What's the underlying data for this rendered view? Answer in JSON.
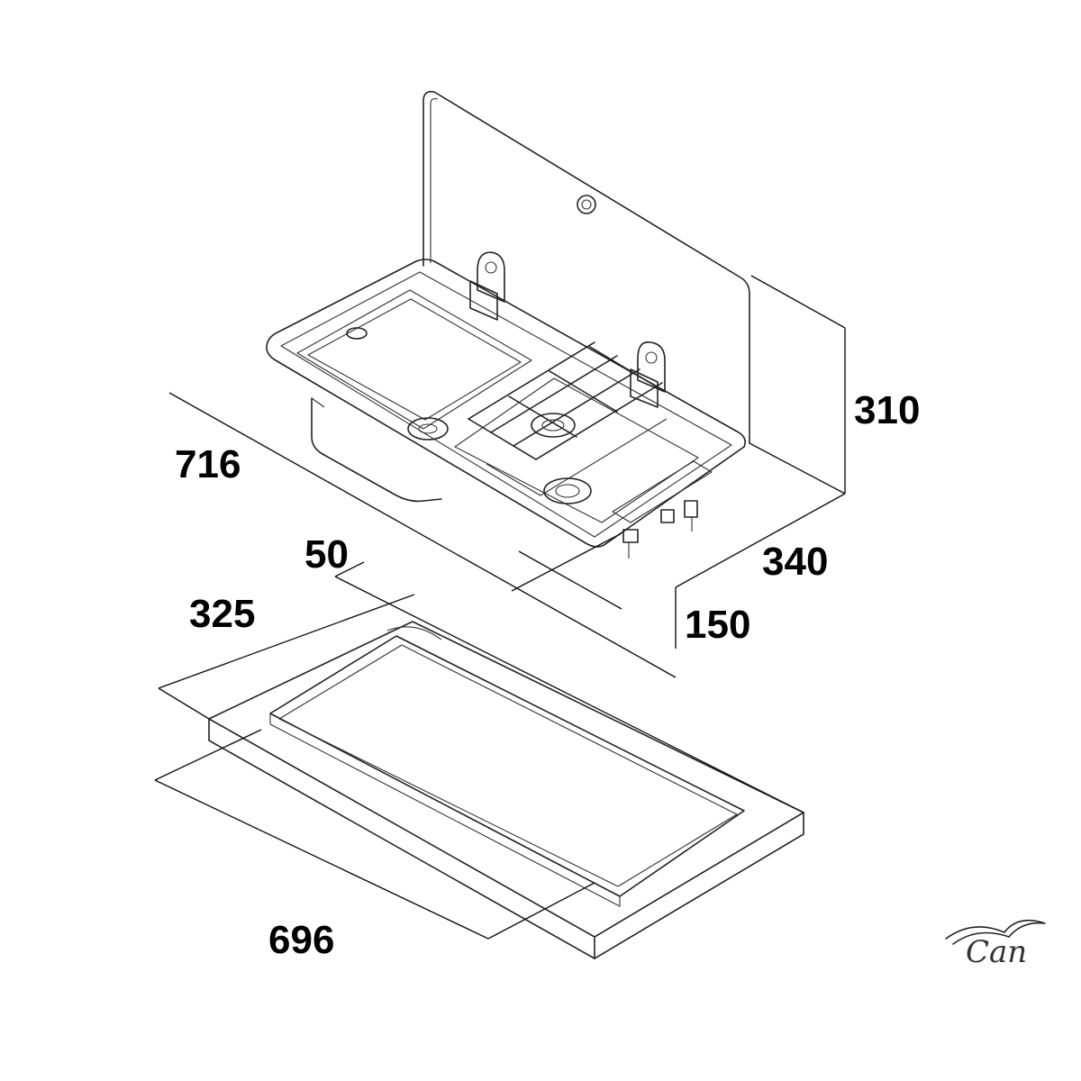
{
  "dimensions": {
    "unit_width": "716",
    "lid_height": "310",
    "unit_depth": "340",
    "below_depth": "150",
    "cutout_offset": "50",
    "cutout_depth": "325",
    "cutout_width": "696"
  },
  "logo": {
    "text": "Can"
  }
}
